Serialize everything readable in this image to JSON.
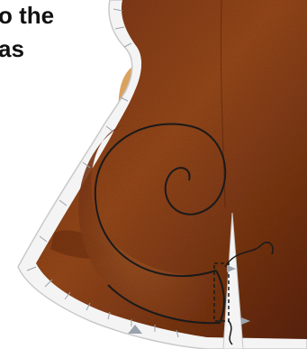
{
  "caption": {
    "line1": "o the",
    "line2": "as"
  },
  "illustration": {
    "subject": "sewing-pattern-piece-with-curled-tail",
    "colors": {
      "fabric_dark": "#5a2208",
      "fabric_mid": "#8b3f18",
      "fabric_light": "#b5642f",
      "paper": "#f4f4f4",
      "paper_edge": "#c9c9c9",
      "tan": "#d9a35e",
      "stitch": "#1a1a1a",
      "marker": "#9aa3ad"
    }
  }
}
